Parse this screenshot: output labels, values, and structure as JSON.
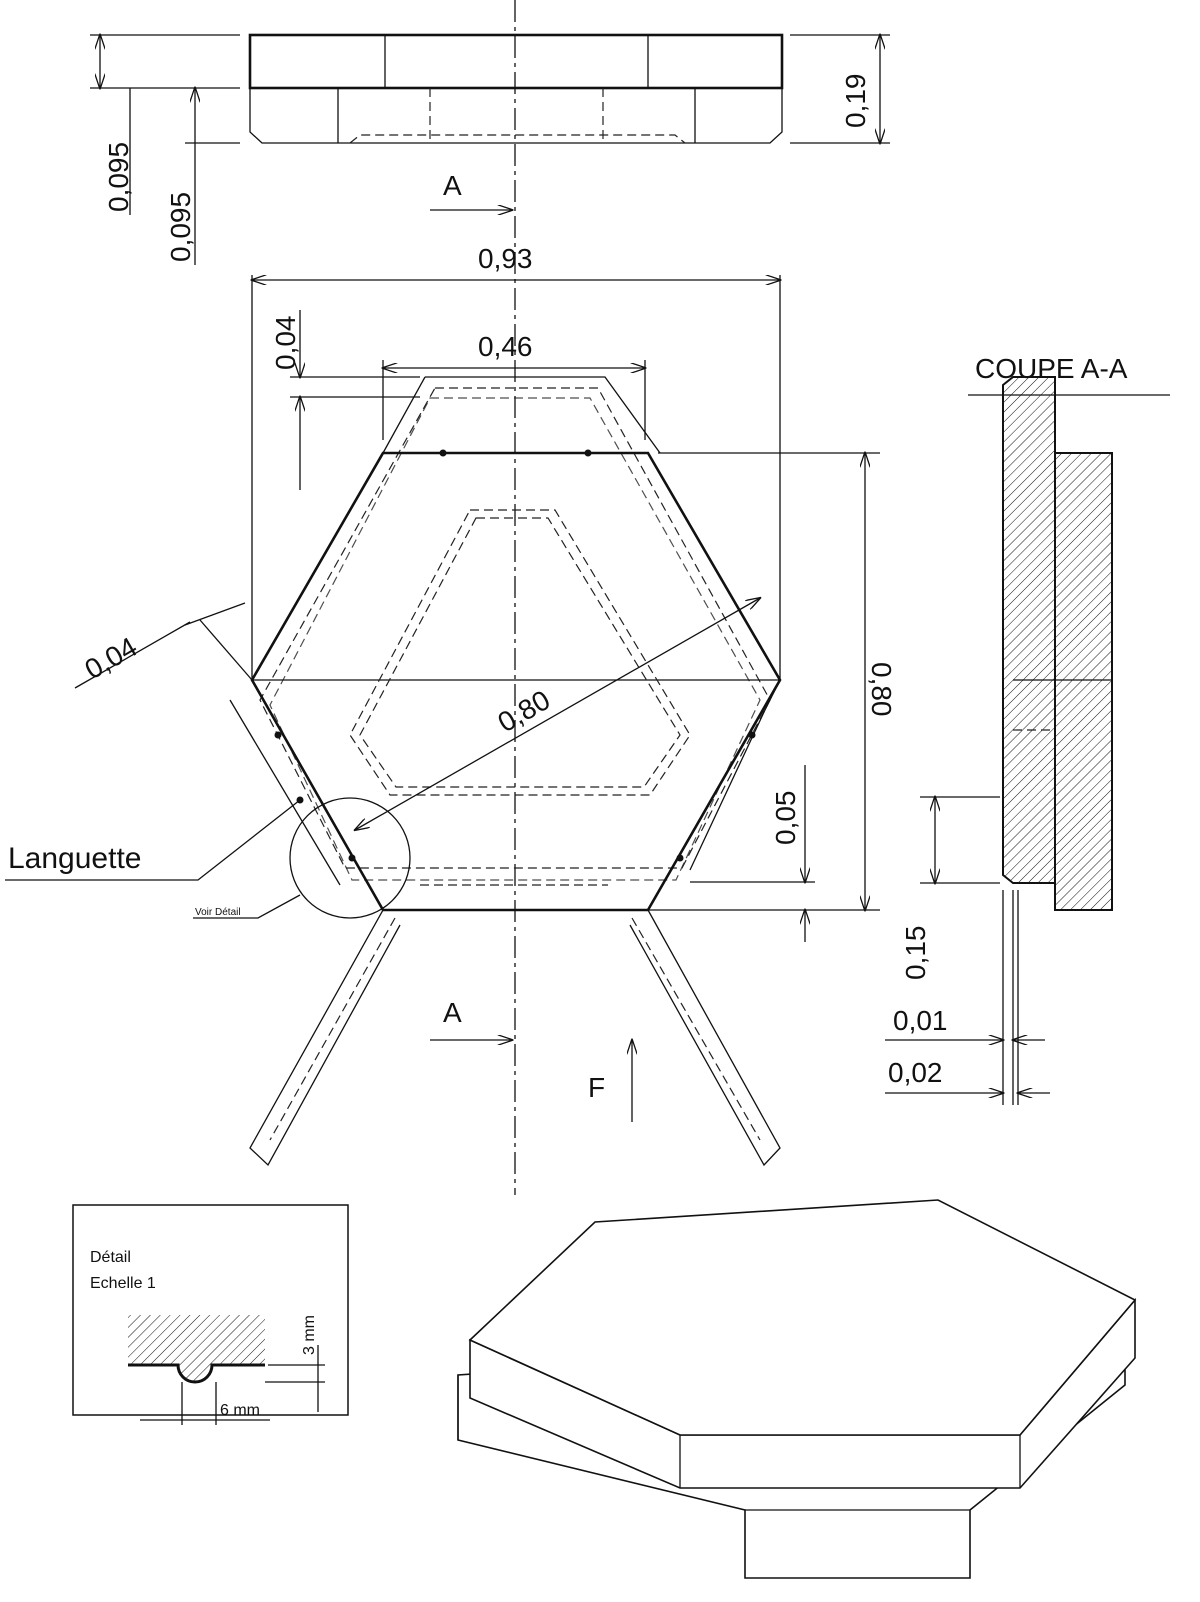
{
  "drawing": {
    "top_view": {
      "dim_height": "0,19",
      "dim_top_plate": "0,095",
      "dim_bottom_plate": "0,095"
    },
    "section_marker": {
      "label": "A"
    },
    "front_view": {
      "dim_width": "0,93",
      "dim_tab_width": "0,46",
      "dim_tab_offset_top": "0,04",
      "dim_tab_offset_side": "0,04",
      "dim_diagonal": "0,80",
      "dim_height": "0,80",
      "dim_tab_gap": "0,05",
      "tab_label": "Languette",
      "detail_ref": "Voir Détail",
      "view_arrow_label": "F"
    },
    "section": {
      "title": "COUPE A-A",
      "dim_a": "0,15",
      "dim_b": "0,01",
      "dim_c": "0,02"
    },
    "detail": {
      "title": "Détail",
      "scale": "Echelle 1",
      "dim_depth": "3 mm",
      "dim_width": "6 mm"
    }
  }
}
